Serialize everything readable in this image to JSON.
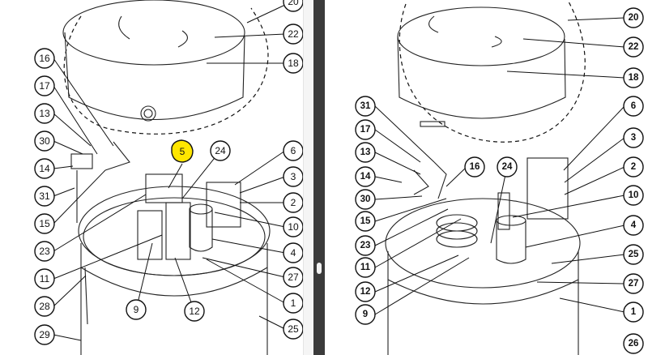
{
  "left_diagram": {
    "highlight_color": "#ffe600",
    "callouts": {
      "c20": "20",
      "c22": "22",
      "c18": "18",
      "c16": "16",
      "c17": "17",
      "c13": "13",
      "c30": "30",
      "c14": "14",
      "c31": "31",
      "c15": "15",
      "c23": "23",
      "c11": "11",
      "c28": "28",
      "c29": "29",
      "c5": "5",
      "c24": "24",
      "c6": "6",
      "c3": "3",
      "c2": "2",
      "c10": "10",
      "c4": "4",
      "c27": "27",
      "c1": "1",
      "c25": "25",
      "c9": "9",
      "c12": "12"
    }
  },
  "right_diagram": {
    "callouts": {
      "c20": "20",
      "c22": "22",
      "c18": "18",
      "c31": "31",
      "c17": "17",
      "c13": "13",
      "c14": "14",
      "c30": "30",
      "c15": "15",
      "c16": "16",
      "c24": "24",
      "c23": "23",
      "c11": "11",
      "c12": "12",
      "c9": "9",
      "c6": "6",
      "c3": "3",
      "c2": "2",
      "c10": "10",
      "c4": "4",
      "c25": "25",
      "c27": "27",
      "c1": "1",
      "c26": "26"
    }
  }
}
